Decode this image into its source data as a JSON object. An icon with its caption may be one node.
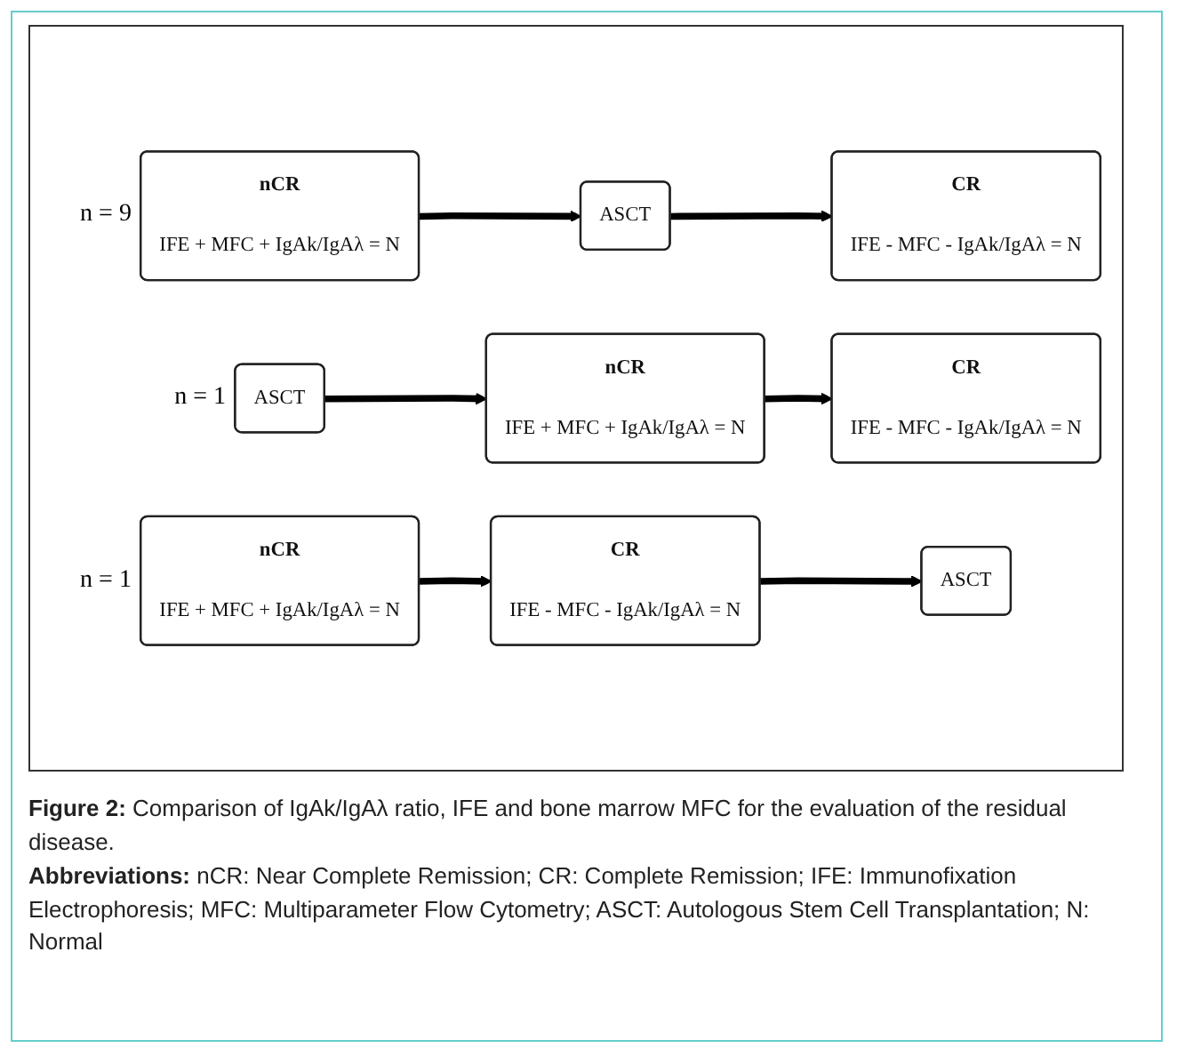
{
  "diagram": {
    "caption": "**Figure 2:** Comparison of IgAk/IgAλ ratio, IFE and bone marrow MFC for the evaluation of the residual disease.",
    "nodes": [
      {
        "text": [
          "nCR",
          "IFE + MFC + IgAk/IgAλ = N"
        ],
        "beside": [
          "n = 9"
        ]
      },
      {
        "text": [
          "ASCT"
        ]
      },
      {
        "text": [
          "CR",
          "IFE - MFC - IgAk/IgAλ = N"
        ]
      },
      {
        "text": [
          "ASCT"
        ],
        "beside": [
          "n = 1"
        ]
      },
      {
        "text": [
          "nCR",
          "IFE + MFC + IgAk/IgAλ = N"
        ]
      },
      {
        "text": [
          "CR",
          "IFE - MFC - IgAk/IgAλ = N"
        ]
      },
      {
        "text": [
          "nCR",
          "IFE + MFC + IgAk/IgAλ = N"
        ],
        "beside": [
          "n = 1"
        ]
      },
      {
        "text": [
          "CR",
          "IFE - MFC - IgAk/IgAλ = N"
        ]
      },
      {
        "text": [
          "ASCT"
        ]
      }
    ],
    "edges": [
      {
        "from": 0,
        "to": 1,
        "arrow": "to"
      },
      {
        "from": 1,
        "to": 2,
        "arrow": "to"
      },
      {
        "from": 3,
        "to": 4,
        "arrow": "to"
      },
      {
        "from": 4,
        "to": 5,
        "arrow": "to"
      },
      {
        "from": 6,
        "to": 7,
        "arrow": "to"
      },
      {
        "from": 7,
        "to": 8,
        "arrow": "to"
      }
    ],
    "labels": [
      "**Abbreviations:** nCR: Near Complete Remission; CR: Complete Remission; IFE: Immunofixation Electrophoresis; MFC: Multiparameter Flow Cytometry; ASCT: Autologous Stem Cell Transplantation; N: Normal"
    ]
  }
}
